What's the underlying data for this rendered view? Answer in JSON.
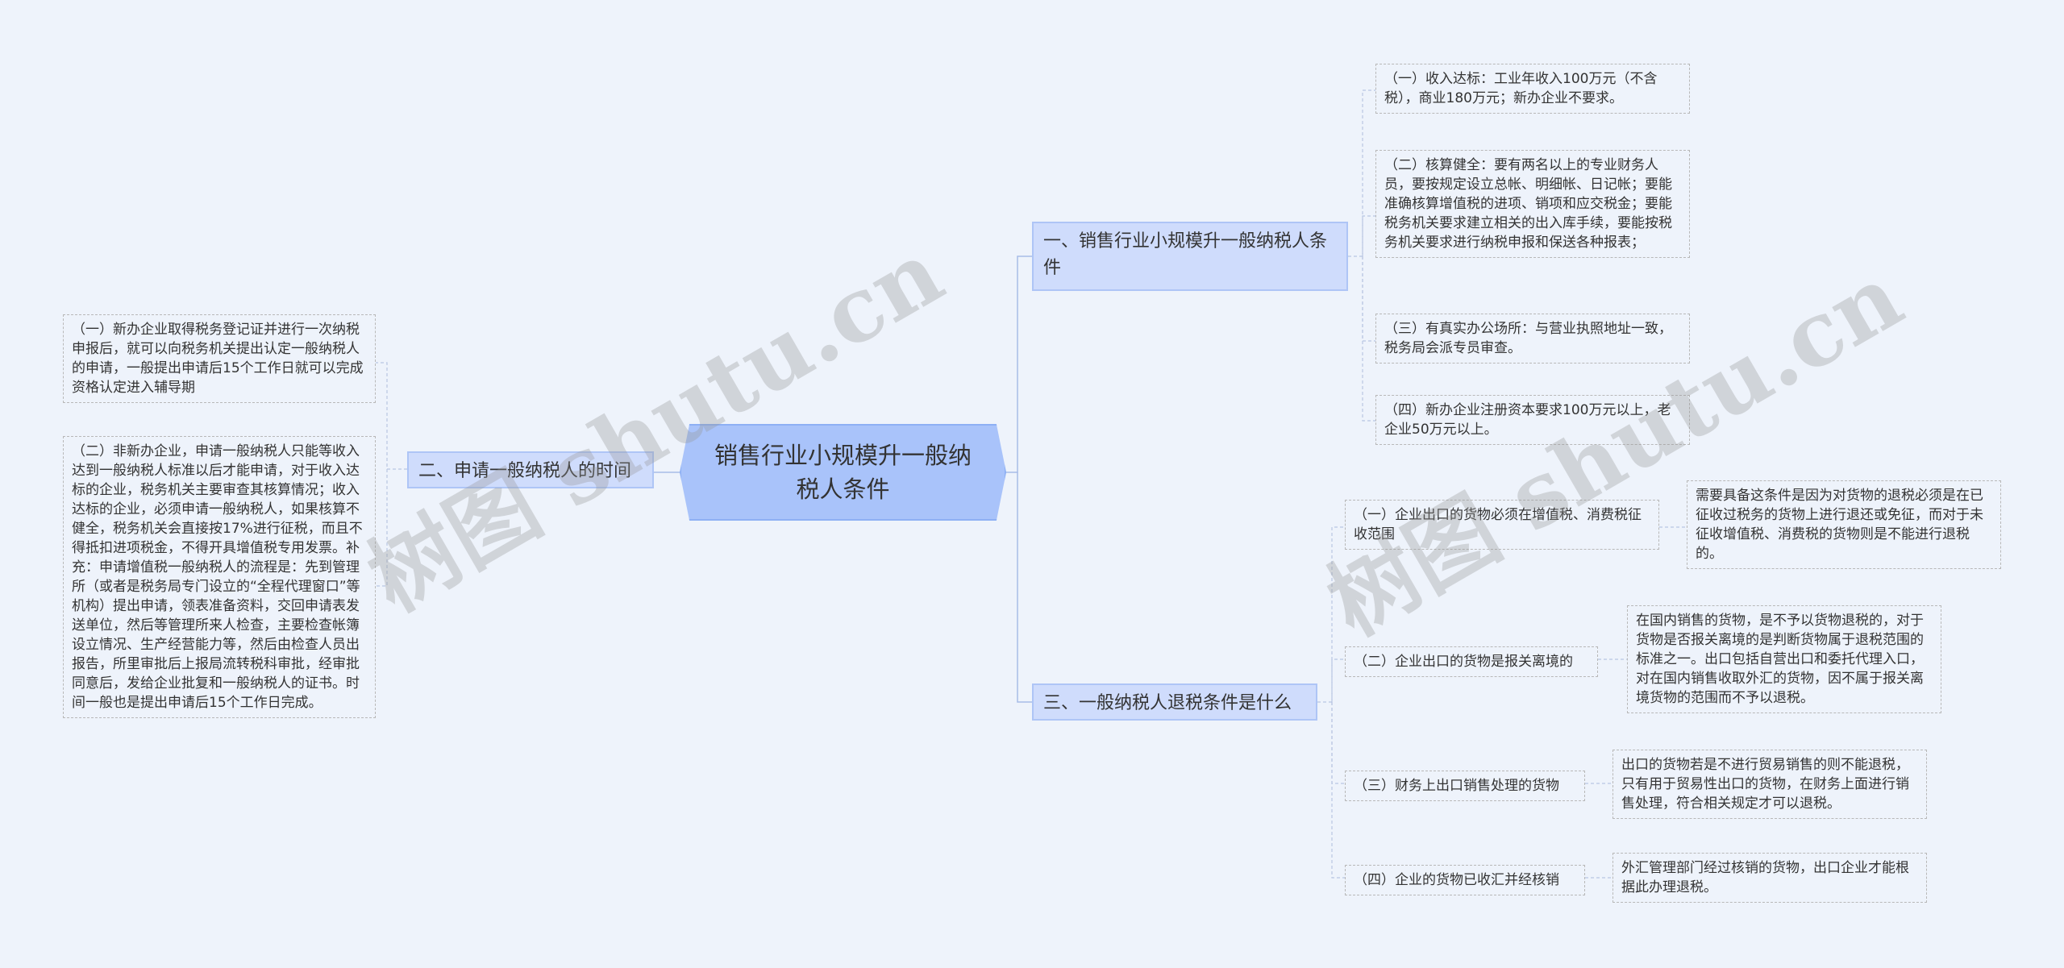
{
  "root": {
    "title": "销售行业小规模升一般纳税人条件"
  },
  "branches": {
    "b1": {
      "label": "一、销售行业小规模升一般纳税人条件"
    },
    "b2": {
      "label": "二、申请一般纳税人的时间"
    },
    "b3": {
      "label": "三、一般纳税人退税条件是什么"
    }
  },
  "b1_items": [
    {
      "text": "（一）收入达标：工业年收入100万元（不含税），商业180万元；新办企业不要求。"
    },
    {
      "text": "（二）核算健全：要有两名以上的专业财务人员，要按规定设立总帐、明细帐、日记帐；要能准确核算增值税的进项、销项和应交税金；要能税务机关要求建立相关的出入库手续，要能按税务机关要求进行纳税申报和保送各种报表；"
    },
    {
      "text": "（三）有真实办公场所：与营业执照地址一致，税务局会派专员审查。"
    },
    {
      "text": "（四）新办企业注册资本要求100万元以上，老企业50万元以上。"
    }
  ],
  "b2_items": [
    {
      "text": "（一）新办企业取得税务登记证并进行一次纳税申报后，就可以向税务机关提出认定一般纳税人的申请，一般提出申请后15个工作日就可以完成资格认定进入辅导期"
    },
    {
      "text": "（二）非新办企业，申请一般纳税人只能等收入达到一般纳税人标准以后才能申请，对于收入达标的企业，税务机关主要审查其核算情况；收入达标的企业，必须申请一般纳税人，如果核算不健全，税务机关会直接按17%进行征税，而且不得抵扣进项税金，不得开具增值税专用发票。补充：申请增值税一般纳税人的流程是：先到管理所（或者是税务局专门设立的“全程代理窗口”等机构）提出申请，领表准备资料，交回申请表发送单位，然后等管理所来人检查，主要检查帐簿设立情况、生产经营能力等，然后由检查人员出报告，所里审批后上报局流转税科审批，经审批同意后，发给企业批复和一般纳税人的证书。时间一般也是提出申请后15个工作日完成。"
    }
  ],
  "b3_items": [
    {
      "text": "（一）企业出口的货物必须在增值税、消费税征收范围",
      "detail": "需要具备这条件是因为对货物的退税必须是在已征收过税务的货物上进行退还或免征，而对于未征收增值税、消费税的货物则是不能进行退税的。"
    },
    {
      "text": "（二）企业出口的货物是报关离境的",
      "detail": "在国内销售的货物，是不予以货物退税的，对于货物是否报关离境的是判断货物属于退税范围的标准之一。出口包括自营出口和委托代理入口，对在国内销售收取外汇的货物，因不属于报关离境货物的范围而不予以退税。"
    },
    {
      "text": "（三）财务上出口销售处理的货物",
      "detail": "出口的货物若是不进行贸易销售的则不能退税，只有用于贸易性出口的货物，在财务上面进行销售处理，符合相关规定才可以退税。"
    },
    {
      "text": "（四）企业的货物已收汇并经核销",
      "detail": "外汇管理部门经过核销的货物，出口企业才能根据此办理退税。"
    }
  ],
  "watermarks": [
    "树图 shutu.cn",
    "树图 shutu.cn"
  ],
  "colors": {
    "background": "#eef3fb",
    "root_fill": "#a9c3fa",
    "branch_fill": "#cfdcfc",
    "line": "#9db5e8"
  }
}
